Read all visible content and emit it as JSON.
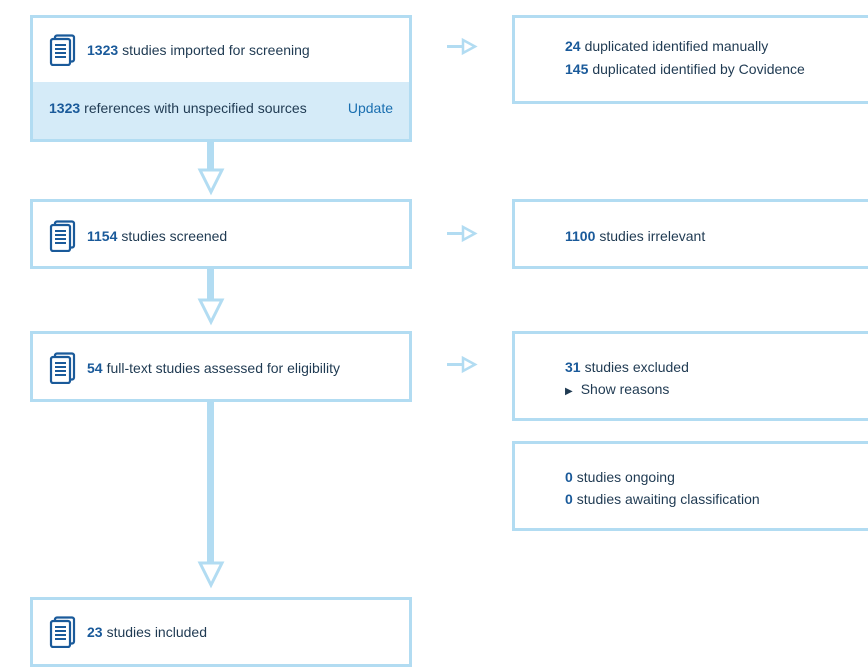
{
  "imported": {
    "count": "1323",
    "text": "studies imported for screening"
  },
  "sources": {
    "count": "1323",
    "text": "references with unspecified sources",
    "update_label": "Update"
  },
  "duplicates": [
    {
      "count": "24",
      "text": "duplicated identified manually"
    },
    {
      "count": "145",
      "text": "duplicated identified by Covidence"
    }
  ],
  "screened": {
    "count": "1154",
    "text": "studies screened"
  },
  "irrelevant": {
    "count": "1100",
    "text": "studies irrelevant"
  },
  "fulltext": {
    "count": "54",
    "text": "full-text studies assessed for eligibility"
  },
  "excluded": {
    "count": "31",
    "text": "studies excluded",
    "show_reasons_label": "Show reasons"
  },
  "ongoing": {
    "count": "0",
    "text": "studies ongoing"
  },
  "awaiting": {
    "count": "0",
    "text": "studies awaiting classification"
  },
  "included": {
    "count": "23",
    "text": "studies included"
  },
  "colors": {
    "border": "#b2dcf2",
    "band": "#d5ebf8",
    "number": "#1a5a9a",
    "link": "#1a6fb0"
  },
  "icons": {
    "document": "document-icon",
    "arrow_right": "arrow-right-icon",
    "arrow_down": "arrow-down-icon"
  }
}
